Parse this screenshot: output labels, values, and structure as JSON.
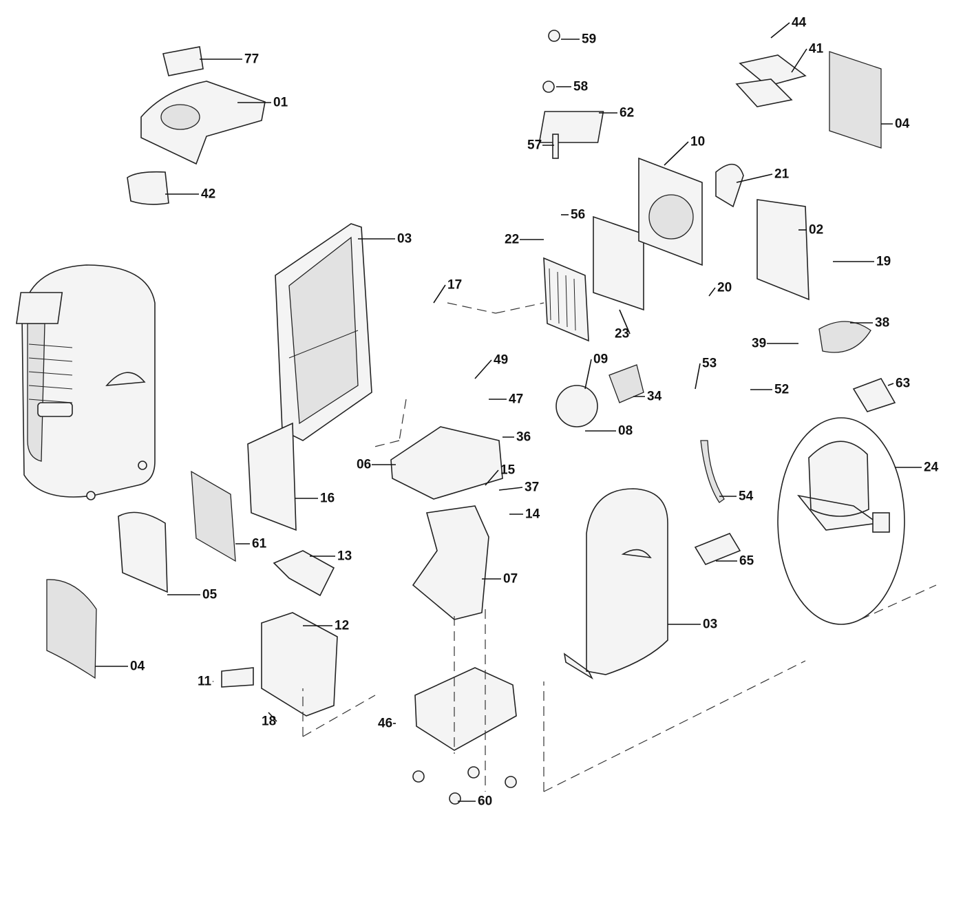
{
  "diagram": {
    "part_labels": {
      "p77": "77",
      "p01": "01",
      "p42": "42",
      "p59": "59",
      "p58": "58",
      "p62": "62",
      "p57": "57",
      "p56": "56",
      "p10": "10",
      "p44": "44",
      "p41": "41",
      "p04a": "04",
      "p21": "21",
      "p02": "02",
      "p19": "19",
      "p20": "20",
      "p22": "22",
      "p03a": "03",
      "p17": "17",
      "p23": "23",
      "p38": "38",
      "p39": "39",
      "p09": "09",
      "p49": "49",
      "p47": "47",
      "p34": "34",
      "p53": "53",
      "p52": "52",
      "p63": "63",
      "p36": "36",
      "p08": "08",
      "p06": "06",
      "p24": "24",
      "p15": "15",
      "p37": "37",
      "p16": "16",
      "p54": "54",
      "p14": "14",
      "p61": "61",
      "p13": "13",
      "p65": "65",
      "p07": "07",
      "p05": "05",
      "p03b": "03",
      "p12": "12",
      "p04b": "04",
      "p11": "11",
      "p18": "18",
      "p46": "46",
      "p60": "60"
    }
  }
}
